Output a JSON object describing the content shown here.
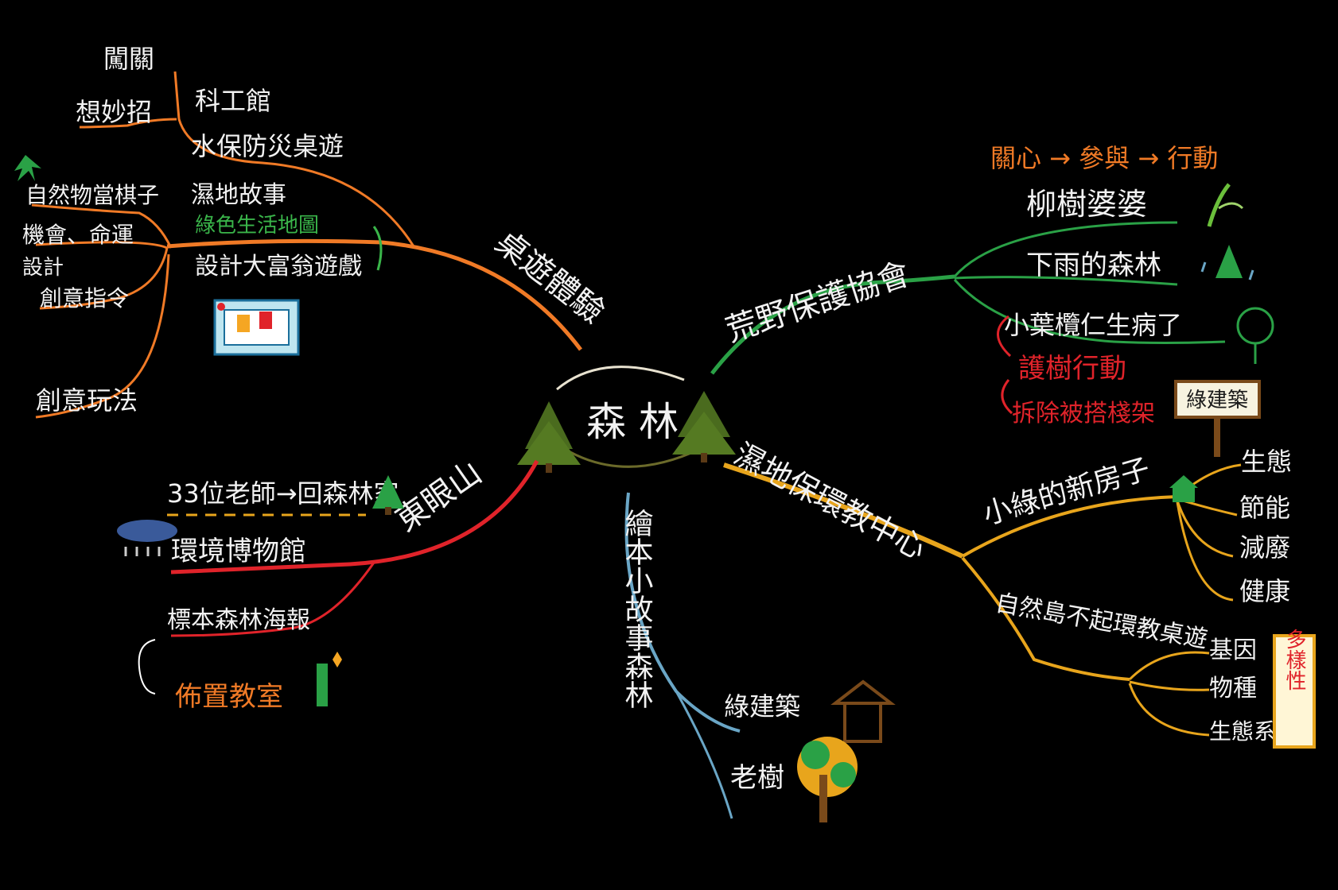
{
  "center": {
    "label": "森 林"
  },
  "branches": {
    "trail": {
      "label": "桌遊體驗",
      "color": "#f07a26",
      "items": [
        "闖關",
        "想妙招",
        "科工館",
        "水保防災桌遊",
        "濕地故事",
        "綠色生活地圖",
        "設計大富翁遊戲",
        "自然物當棋子",
        "機會、命運",
        "設計",
        "創意指令",
        "創意玩法"
      ]
    },
    "wild": {
      "label": "荒野保護協會",
      "color": "#2aa146",
      "items": [
        "柳樹婆婆",
        "下雨的森林",
        "小葉欖仁生病了"
      ],
      "motto": "關心 → 參與 → 行動",
      "action": "護樹行動",
      "action_sub": "拆除被搭棧架",
      "sign": "綠建築"
    },
    "wetland": {
      "label": "濕地保環教中心",
      "color": "#e8a51c",
      "house": "小綠的新房子",
      "house_items": [
        "生態",
        "節能",
        "減廢",
        "健康"
      ],
      "game": "自然島不起環教桌遊",
      "game_items": [
        "基因",
        "物種",
        "生態系"
      ],
      "tag": "多樣性"
    },
    "story": {
      "label": "繪本小故事森林",
      "color": "#6aa6c6",
      "items": [
        "綠建築",
        "老樹"
      ]
    },
    "east": {
      "label": "東眼山",
      "color": "#e0232a",
      "chain": "33位老師→回森林家",
      "museum": "環境博物館",
      "report": "標本森林海報",
      "classroom": "佈置教室"
    }
  }
}
